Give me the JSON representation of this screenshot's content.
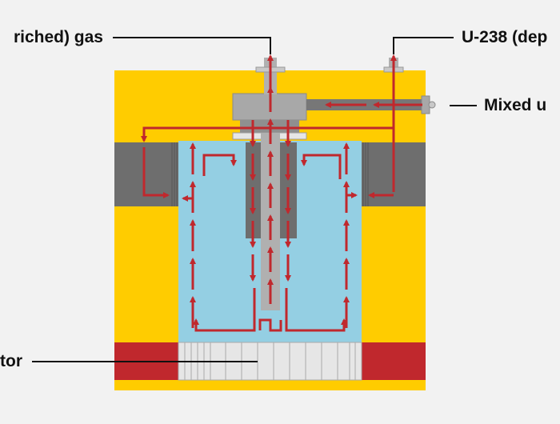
{
  "labels": {
    "enriched": "riched) gas",
    "depleted": "U-238 (dep",
    "mixed": "Mixed u",
    "motor": "tor"
  },
  "colors": {
    "background": "#f2f2f2",
    "casing": "#ffcc00",
    "rotor_fluid": "#94cfe3",
    "baffle": "#6e6e6e",
    "scoop": "#a8a8a8",
    "flow_arrow": "#c0282d",
    "motor_magnet": "#c0282d",
    "motor_coil": "#e6e6e6",
    "leader_line": "#111111"
  },
  "flow": {
    "arrow_color_name": "red",
    "pipes": [
      "enriched-gas-outlet",
      "depleted-gas-outlet",
      "mixed-gas-inlet"
    ]
  }
}
